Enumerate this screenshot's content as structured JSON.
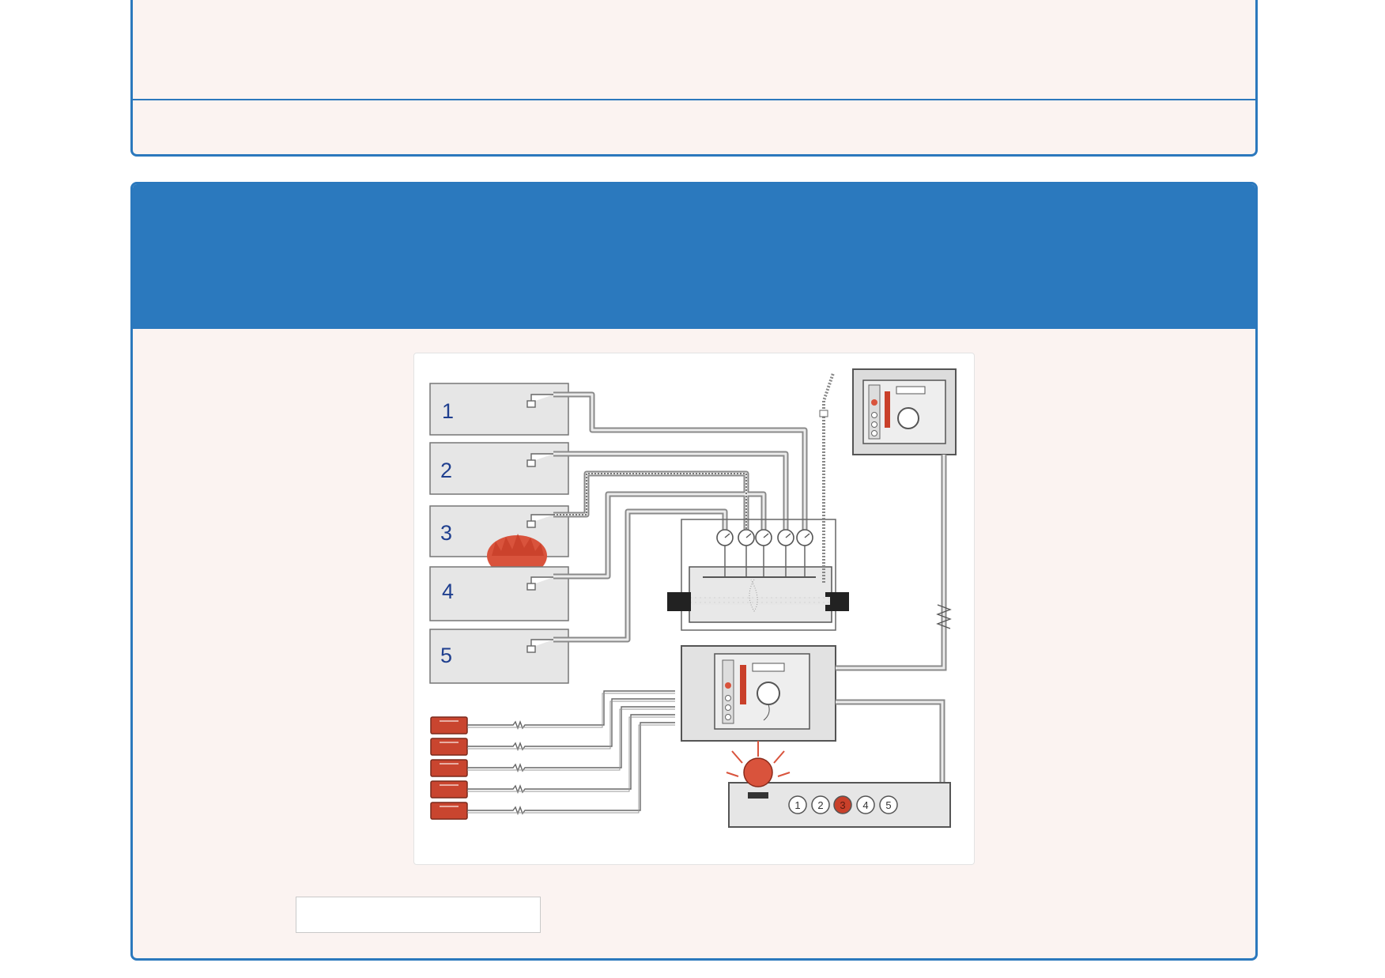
{
  "diagram": {
    "zone_labels": [
      "1",
      "2",
      "3",
      "4",
      "5"
    ],
    "panel_indicator_labels": [
      "1",
      "2",
      "3",
      "4",
      "5"
    ],
    "active_zone": "3"
  },
  "caption": {
    "text": ""
  },
  "colors": {
    "accent": "#2b79be",
    "card_background": "#fbf3f1",
    "alarm": "#d9533c",
    "zone_label": "#1f3f8f"
  }
}
